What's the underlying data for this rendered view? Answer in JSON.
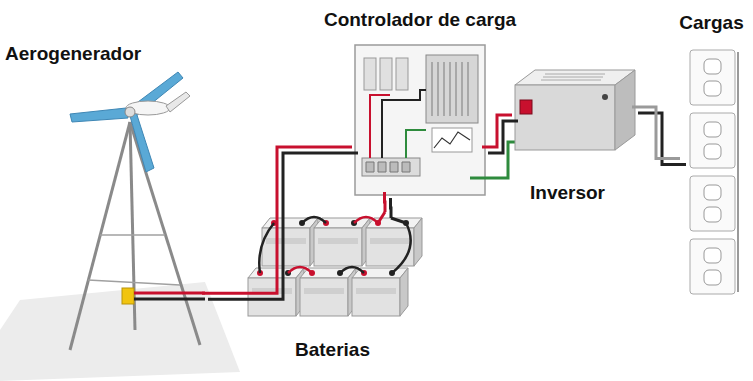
{
  "diagram": {
    "nodes": [
      {
        "text": [
          "Aerogenerador"
        ]
      },
      {
        "text": [
          "Controlador de carga"
        ]
      },
      {
        "text": [
          "Cargas"
        ]
      },
      {
        "text": [
          "Inversor"
        ]
      },
      {
        "text": [
          "Baterias"
        ]
      }
    ],
    "edges": [
      {
        "from": 0,
        "to": 1,
        "arrow": "none"
      },
      {
        "from": 1,
        "to": 4,
        "arrow": "none"
      },
      {
        "from": 1,
        "to": 3,
        "arrow": "none"
      },
      {
        "from": 3,
        "to": 2,
        "arrow": "none"
      }
    ]
  }
}
